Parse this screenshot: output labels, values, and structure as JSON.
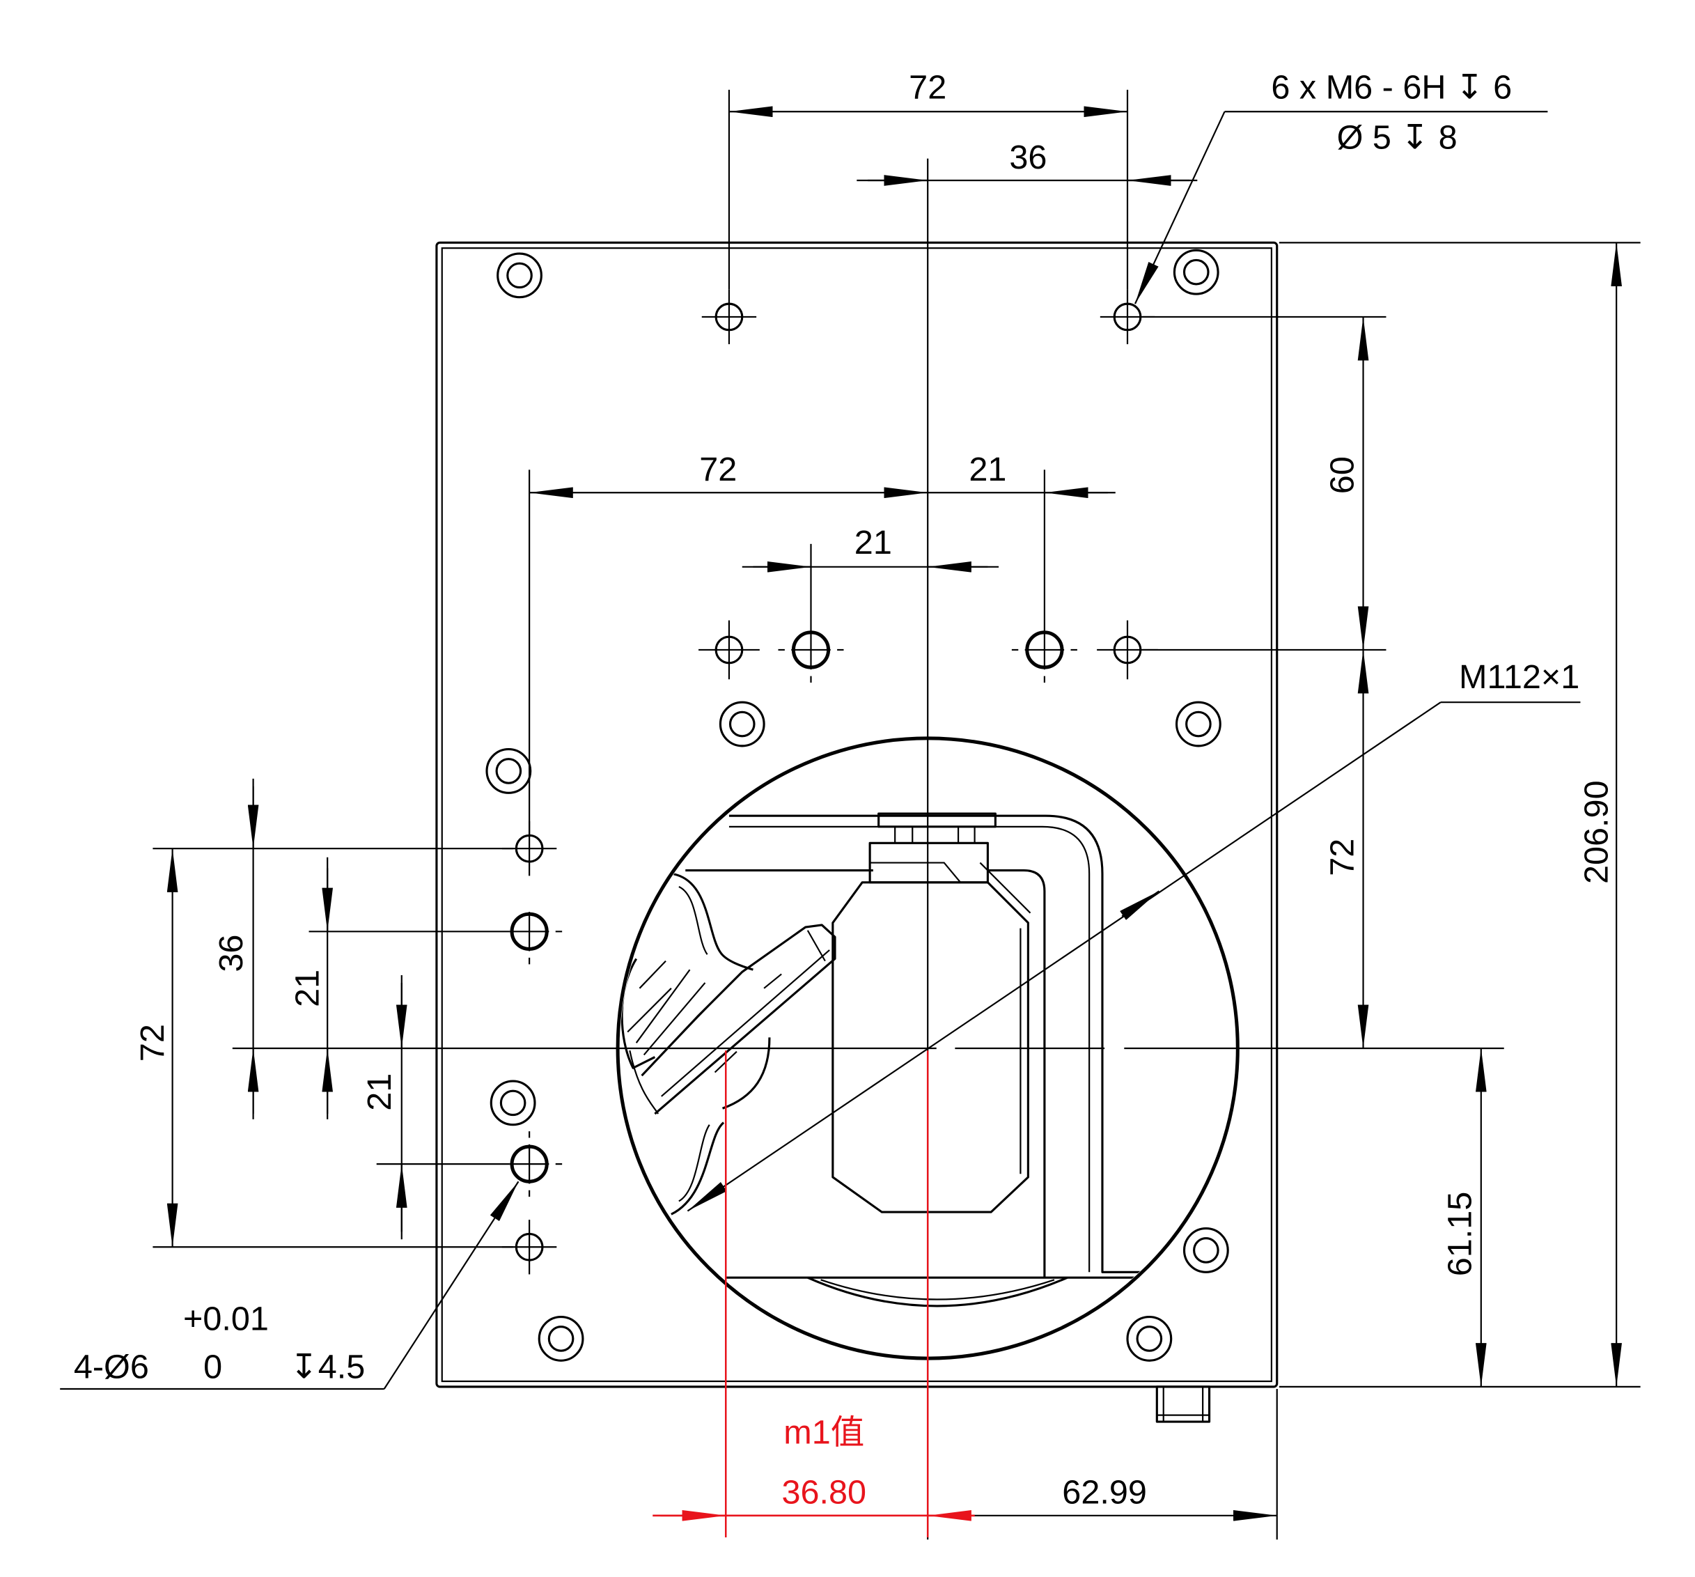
{
  "drawing": {
    "colors": {
      "line": "#000000",
      "highlight": "#e8141c",
      "background": "#ffffff"
    },
    "top": {
      "dim_72": "72",
      "dim_36": "36"
    },
    "thread_note": {
      "line1": "6 x M6 - 6H ↧ 6",
      "line2": "Ø 5 ↧ 8"
    },
    "middle": {
      "dim_72": "72",
      "dim_21_right": "21",
      "dim_21_inner": "21"
    },
    "right": {
      "dim_60": "60",
      "dim_72": "72",
      "dim_overall": "206.90",
      "dim_center": "61.15"
    },
    "bore_note": "M112×1",
    "left": {
      "dim_72": "72",
      "dim_36": "36",
      "dim_21_upper": "21",
      "dim_21_lower": "21"
    },
    "pin_note": {
      "tol_upper": "+0.01",
      "size": "4-Ø6",
      "tol_lower": "0",
      "depth": "↧4.5"
    },
    "m1": {
      "label": "m1值",
      "value": "36.80"
    },
    "bottom": {
      "dim_62_99": "62.99"
    }
  }
}
